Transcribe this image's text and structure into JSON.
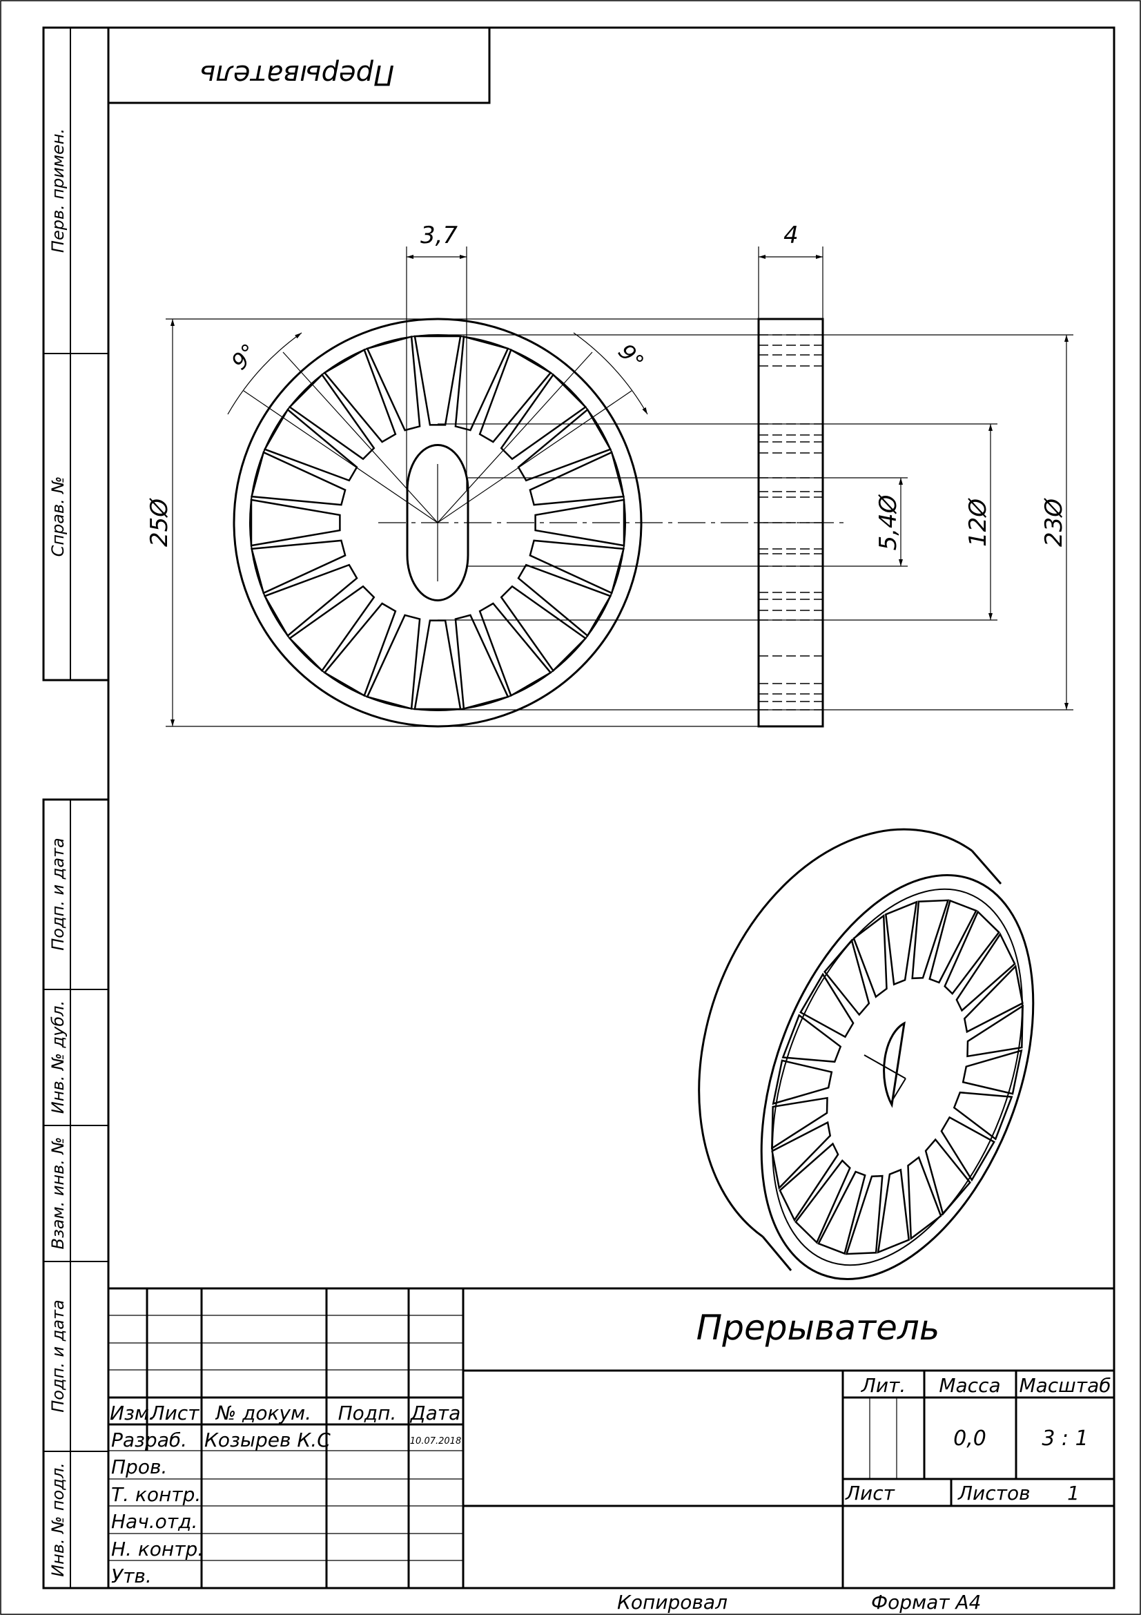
{
  "top_label": "Прерыватель",
  "side_labels": {
    "perv_primen": "Перв. примен.",
    "sprav_no": "Справ. №",
    "podp_data_1": "Подп. и дата",
    "inv_no_dubl": "Инв. № дубл.",
    "vzam_inv_no": "Взам. инв. №",
    "podp_data_2": "Подп. и дата",
    "inv_no_podl": "Инв. № подл."
  },
  "dimensions": {
    "slot_width": "3,7",
    "thickness": "4",
    "angle_left": "9°",
    "angle_right": "9°",
    "outer_diameter": "25Ø",
    "shaft_diameter": "5,4Ø",
    "hub_diameter": "12Ø",
    "rim_diameter": "23Ø"
  },
  "title_block": {
    "name": "Прерыватель",
    "col_izm": "Изм.",
    "col_list": "Лист",
    "col_doc": "№ докум.",
    "col_podp": "Подп.",
    "col_data": "Дата",
    "row_razrab": "Разраб.",
    "row_prov": "Пров.",
    "row_tkontr": "Т. контр.",
    "row_nachotd": "Нач.отд.",
    "row_nkontr": "Н. контр.",
    "row_utv": "Утв.",
    "developer": "Козырев К.С",
    "date": "10.07.2018",
    "lit_label": "Лит.",
    "mass_label": "Масса",
    "scale_label": "Масштаб",
    "mass_value": "0,0",
    "scale_value": "3 : 1",
    "sheet_label": "Лист",
    "sheets_label": "Листов",
    "sheets_value": "1"
  },
  "footer": {
    "copied": "Копировал",
    "format": "Формат А4"
  }
}
